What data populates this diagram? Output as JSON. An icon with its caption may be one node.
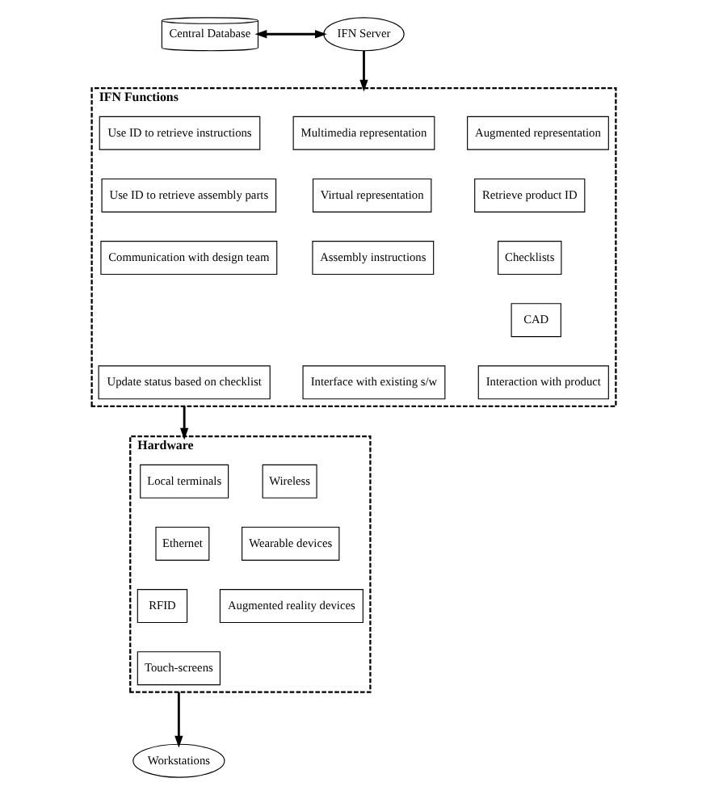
{
  "diagram": {
    "nodes": [
      {
        "text": [
          "Central Database"
        ]
      },
      {
        "text": [
          "IFN Server"
        ]
      },
      {
        "text": [
          "IFN Functions"
        ]
      },
      {
        "text": [
          "Use ID to retrieve instructions"
        ],
        "in": 2
      },
      {
        "text": [
          "Multimedia representation"
        ],
        "in": 2
      },
      {
        "text": [
          "Augmented representation"
        ],
        "in": 2
      },
      {
        "text": [
          "Use ID to retrieve assembly parts"
        ],
        "in": 2
      },
      {
        "text": [
          "Virtual representation"
        ],
        "in": 2
      },
      {
        "text": [
          "Retrieve product ID"
        ],
        "in": 2
      },
      {
        "text": [
          "Communication with design team"
        ],
        "in": 2
      },
      {
        "text": [
          "Assembly instructions"
        ],
        "in": 2
      },
      {
        "text": [
          "Checklists"
        ],
        "in": 2
      },
      {
        "text": [
          "CAD"
        ],
        "in": 2
      },
      {
        "text": [
          "Update status based on checklist"
        ],
        "in": 2
      },
      {
        "text": [
          "Interface with existing s/w"
        ],
        "in": 2
      },
      {
        "text": [
          "Interaction with product"
        ],
        "in": 2
      },
      {
        "text": [
          "Hardware"
        ]
      },
      {
        "text": [
          "Local terminals"
        ],
        "in": 16
      },
      {
        "text": [
          "Wireless"
        ],
        "in": 16
      },
      {
        "text": [
          "Ethernet"
        ],
        "in": 16
      },
      {
        "text": [
          "Wearable devices"
        ],
        "in": 16
      },
      {
        "text": [
          "RFID"
        ],
        "in": 16
      },
      {
        "text": [
          "Augmented reality devices"
        ],
        "in": 16
      },
      {
        "text": [
          "Touch-screens"
        ],
        "in": 16
      },
      {
        "text": [
          "Workstations"
        ]
      }
    ],
    "edges": [
      {
        "from": 0,
        "to": 1,
        "arrow": "both"
      },
      {
        "from": 1,
        "to": 2,
        "arrow": "to"
      },
      {
        "from": 2,
        "to": 16,
        "arrow": "to"
      },
      {
        "from": 16,
        "to": 24,
        "arrow": "to"
      }
    ]
  }
}
